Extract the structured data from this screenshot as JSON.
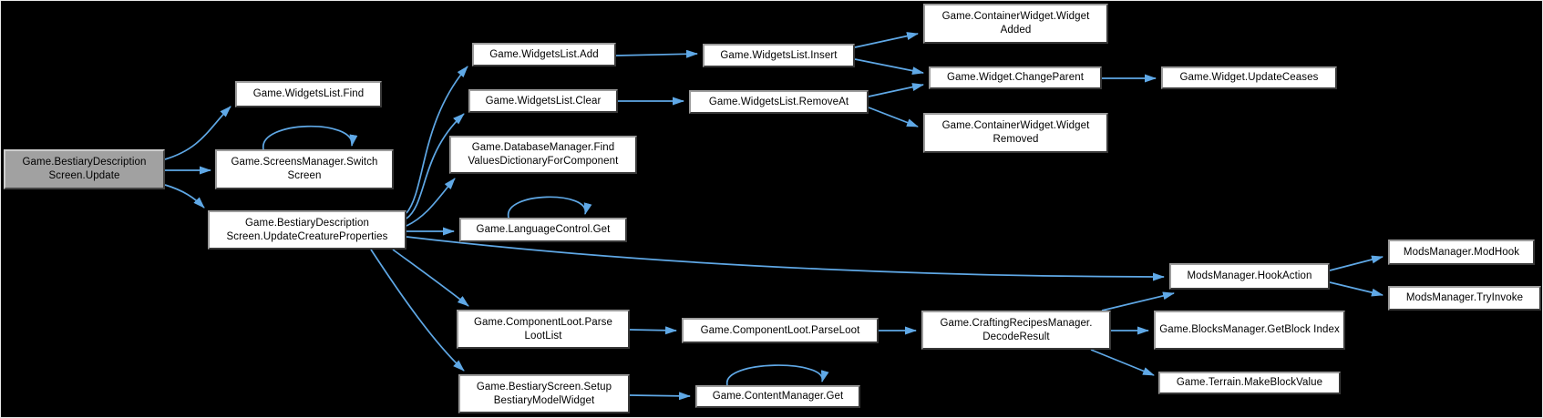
{
  "diagram": {
    "type": "call-graph",
    "root": "Game.BestiaryDescriptionScreen.Update",
    "colors": {
      "background": "#000000",
      "edge": "#5fa8e6",
      "node_fill": "#ffffff",
      "node_border": "#6e6e6e",
      "highlight_fill": "#a1a1a1",
      "text": "#000000"
    }
  },
  "graph": {
    "nodes": {
      "update": {
        "label": "Game.BestiaryDescription Screen.Update",
        "highlighted": true
      },
      "find": {
        "label": "Game.WidgetsList.Find",
        "highlighted": false
      },
      "switch_screen": {
        "label": "Game.ScreensManager.Switch Screen",
        "highlighted": false
      },
      "ucp": {
        "label": "Game.BestiaryDescription Screen.UpdateCreatureProperties",
        "highlighted": false
      },
      "add": {
        "label": "Game.WidgetsList.Add",
        "highlighted": false
      },
      "clear": {
        "label": "Game.WidgetsList.Clear",
        "highlighted": false
      },
      "db_find": {
        "label": "Game.DatabaseManager.Find ValuesDictionaryForComponent",
        "highlighted": false
      },
      "lang_get": {
        "label": "Game.LanguageControl.Get",
        "highlighted": false
      },
      "insert": {
        "label": "Game.WidgetsList.Insert",
        "highlighted": false
      },
      "remove_at": {
        "label": "Game.WidgetsList.RemoveAt",
        "highlighted": false
      },
      "widget_added": {
        "label": "Game.ContainerWidget.Widget Added",
        "highlighted": false
      },
      "change_parent": {
        "label": "Game.Widget.ChangeParent",
        "highlighted": false
      },
      "widget_removed": {
        "label": "Game.ContainerWidget.Widget Removed",
        "highlighted": false
      },
      "update_ceases": {
        "label": "Game.Widget.UpdateCeases",
        "highlighted": false
      },
      "hook_action": {
        "label": "ModsManager.HookAction",
        "highlighted": false
      },
      "mod_hook": {
        "label": "ModsManager.ModHook",
        "highlighted": false
      },
      "try_invoke": {
        "label": "ModsManager.TryInvoke",
        "highlighted": false
      },
      "parse_loot_list": {
        "label": "Game.ComponentLoot.Parse LootList",
        "highlighted": false
      },
      "parse_loot": {
        "label": "Game.ComponentLoot.ParseLoot",
        "highlighted": false
      },
      "decode_result": {
        "label": "Game.CraftingRecipesManager. DecodeResult",
        "highlighted": false
      },
      "get_block_index": {
        "label": "Game.BlocksManager.GetBlock Index",
        "highlighted": false
      },
      "make_block_value": {
        "label": "Game.Terrain.MakeBlockValue",
        "highlighted": false
      },
      "setup_bestiary": {
        "label": "Game.BestiaryScreen.Setup BestiaryModelWidget",
        "highlighted": false
      },
      "content_get": {
        "label": "Game.ContentManager.Get",
        "highlighted": false
      }
    },
    "edges": [
      {
        "from": "update",
        "to": "find"
      },
      {
        "from": "update",
        "to": "switch_screen"
      },
      {
        "from": "update",
        "to": "ucp"
      },
      {
        "from": "switch_screen",
        "to": "switch_screen"
      },
      {
        "from": "ucp",
        "to": "add"
      },
      {
        "from": "ucp",
        "to": "clear"
      },
      {
        "from": "ucp",
        "to": "db_find"
      },
      {
        "from": "ucp",
        "to": "lang_get"
      },
      {
        "from": "lang_get",
        "to": "lang_get"
      },
      {
        "from": "ucp",
        "to": "hook_action"
      },
      {
        "from": "ucp",
        "to": "parse_loot_list"
      },
      {
        "from": "ucp",
        "to": "setup_bestiary"
      },
      {
        "from": "add",
        "to": "insert"
      },
      {
        "from": "clear",
        "to": "remove_at"
      },
      {
        "from": "insert",
        "to": "widget_added"
      },
      {
        "from": "insert",
        "to": "change_parent"
      },
      {
        "from": "remove_at",
        "to": "change_parent"
      },
      {
        "from": "remove_at",
        "to": "widget_removed"
      },
      {
        "from": "change_parent",
        "to": "update_ceases"
      },
      {
        "from": "hook_action",
        "to": "mod_hook"
      },
      {
        "from": "hook_action",
        "to": "try_invoke"
      },
      {
        "from": "parse_loot_list",
        "to": "parse_loot"
      },
      {
        "from": "parse_loot",
        "to": "decode_result"
      },
      {
        "from": "decode_result",
        "to": "hook_action"
      },
      {
        "from": "decode_result",
        "to": "get_block_index"
      },
      {
        "from": "decode_result",
        "to": "make_block_value"
      },
      {
        "from": "setup_bestiary",
        "to": "content_get"
      },
      {
        "from": "content_get",
        "to": "content_get"
      }
    ]
  }
}
